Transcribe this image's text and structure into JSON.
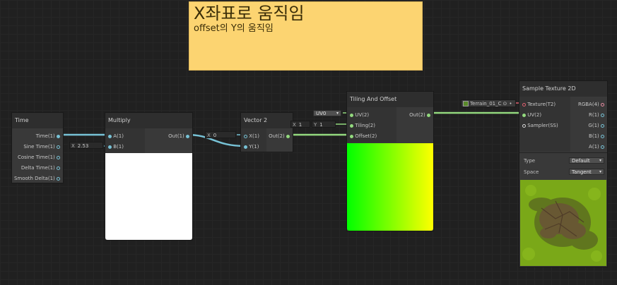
{
  "sticky": {
    "title": "X좌표로 움직임",
    "body": "offset의 Y의 움직임"
  },
  "time_node": {
    "title": "Time",
    "outputs": [
      "Time(1)",
      "Sine Time(1)",
      "Cosine Time(1)",
      "Delta Time(1)",
      "Smooth Delta(1)"
    ]
  },
  "multiply_node": {
    "title": "Multiply",
    "inputs": [
      "A(1)",
      "B(1)"
    ],
    "output": "Out(1)",
    "b_field": {
      "label": "X",
      "value": "2.53"
    }
  },
  "vector2_node": {
    "title": "Vector 2",
    "inputs": [
      "X(1)",
      "Y(1)"
    ],
    "output": "Out(2)",
    "x_field": {
      "label": "X",
      "value": "0"
    }
  },
  "tiling_node": {
    "title": "Tiling And Offset",
    "inputs": [
      "UV(2)",
      "Tiling(2)",
      "Offset(2)"
    ],
    "output": "Out(2)",
    "uv_select": "UV0",
    "tiling_x": {
      "label": "X",
      "value": "1"
    },
    "tiling_y": {
      "label": "Y",
      "value": "1"
    }
  },
  "sample_node": {
    "title": "Sample Texture 2D",
    "inputs": [
      "Texture(T2)",
      "UV(2)",
      "Sampler(SS)"
    ],
    "outputs": [
      "RGBA(4)",
      "R(1)",
      "G(1)",
      "B(1)",
      "A(1)"
    ],
    "texture_field": "Terrain_01_C",
    "type_label": "Type",
    "type_value": "Default",
    "space_label": "Space",
    "space_value": "Tangent"
  }
}
